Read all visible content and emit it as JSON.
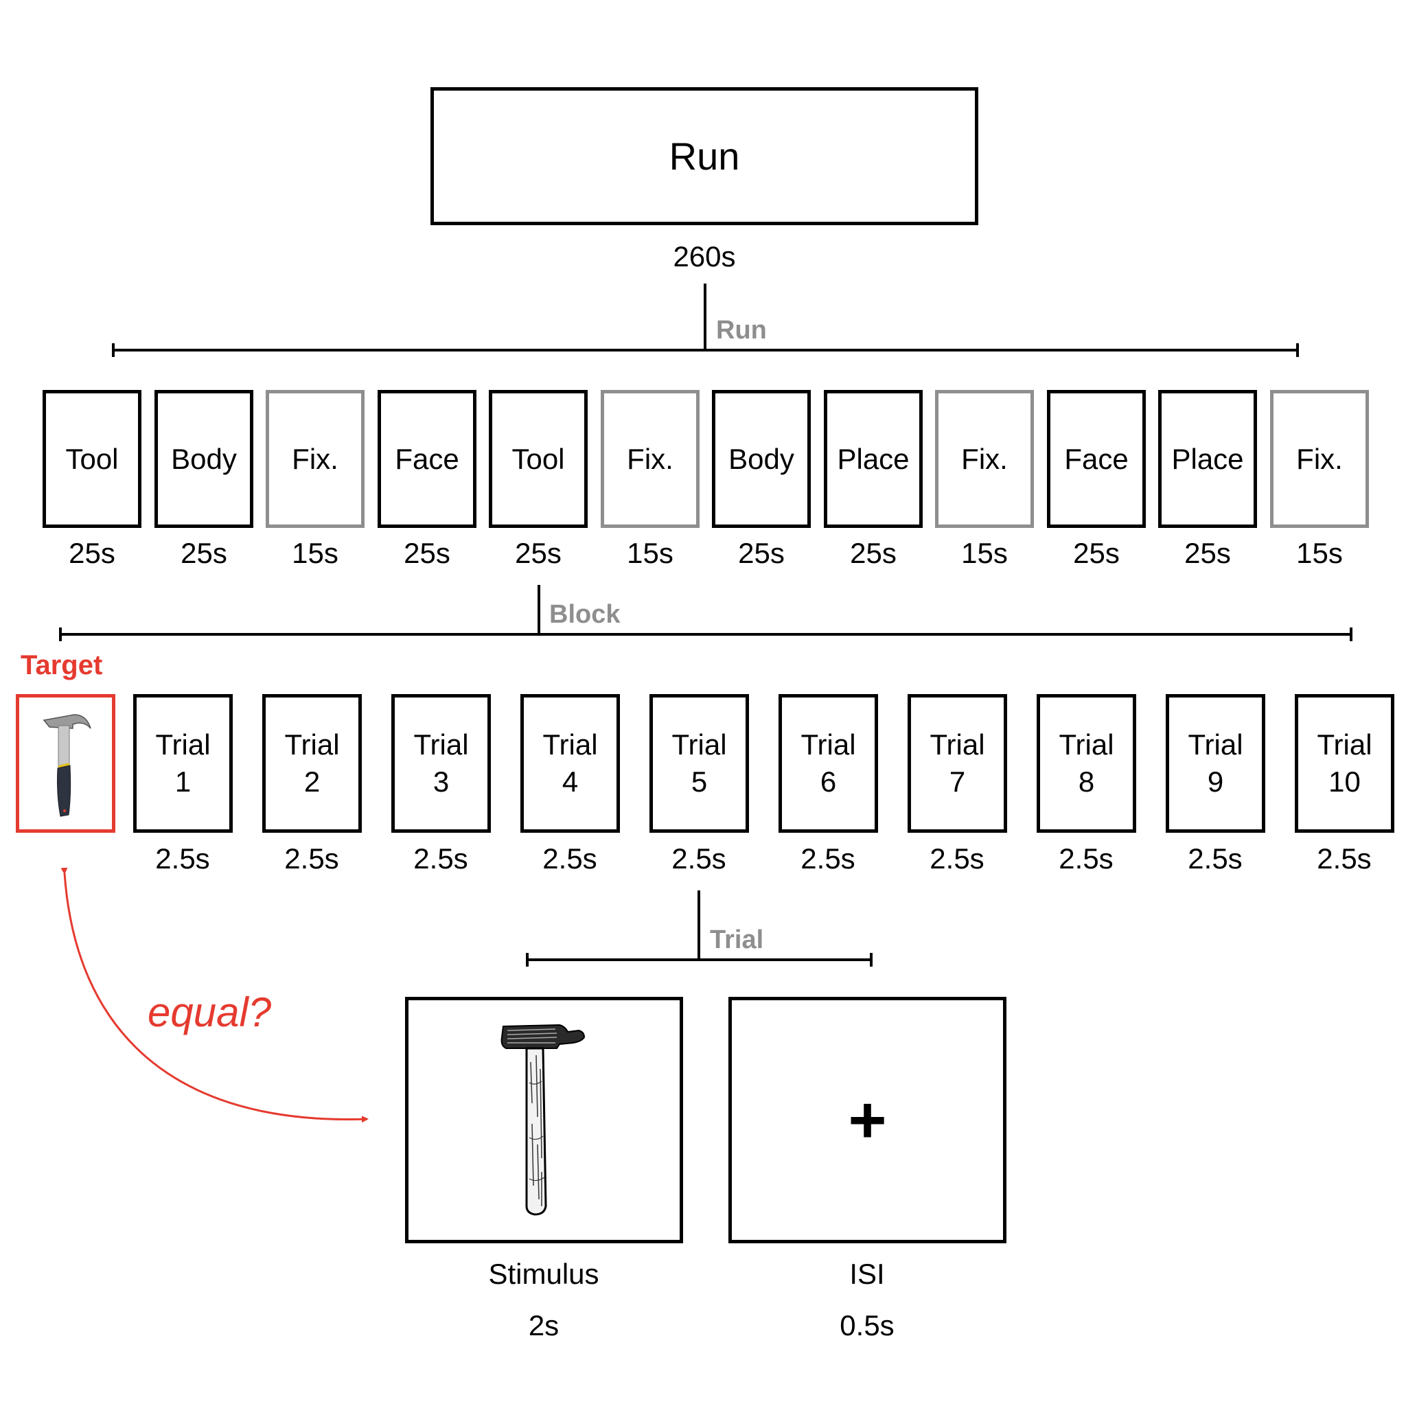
{
  "run": {
    "label": "Run",
    "duration": "260s"
  },
  "levels": {
    "run": "Run",
    "block": "Block",
    "trial": "Trial"
  },
  "blocks": [
    {
      "label": "Tool",
      "duration": "25s",
      "kind": "task"
    },
    {
      "label": "Body",
      "duration": "25s",
      "kind": "task"
    },
    {
      "label": "Fix.",
      "duration": "15s",
      "kind": "fixation"
    },
    {
      "label": "Face",
      "duration": "25s",
      "kind": "task"
    },
    {
      "label": "Tool",
      "duration": "25s",
      "kind": "task"
    },
    {
      "label": "Fix.",
      "duration": "15s",
      "kind": "fixation"
    },
    {
      "label": "Body",
      "duration": "25s",
      "kind": "task"
    },
    {
      "label": "Place",
      "duration": "25s",
      "kind": "task"
    },
    {
      "label": "Fix.",
      "duration": "15s",
      "kind": "fixation"
    },
    {
      "label": "Face",
      "duration": "25s",
      "kind": "task"
    },
    {
      "label": "Place",
      "duration": "25s",
      "kind": "task"
    },
    {
      "label": "Fix.",
      "duration": "15s",
      "kind": "fixation"
    }
  ],
  "target": {
    "label": "Target",
    "icon": "claw-hammer-icon"
  },
  "trials": [
    {
      "word": "Trial",
      "num": "1",
      "duration": "2.5s"
    },
    {
      "word": "Trial",
      "num": "2",
      "duration": "2.5s"
    },
    {
      "word": "Trial",
      "num": "3",
      "duration": "2.5s"
    },
    {
      "word": "Trial",
      "num": "4",
      "duration": "2.5s"
    },
    {
      "word": "Trial",
      "num": "5",
      "duration": "2.5s"
    },
    {
      "word": "Trial",
      "num": "6",
      "duration": "2.5s"
    },
    {
      "word": "Trial",
      "num": "7",
      "duration": "2.5s"
    },
    {
      "word": "Trial",
      "num": "8",
      "duration": "2.5s"
    },
    {
      "word": "Trial",
      "num": "9",
      "duration": "2.5s"
    },
    {
      "word": "Trial",
      "num": "10",
      "duration": "2.5s"
    }
  ],
  "stimulus": {
    "label": "Stimulus",
    "duration": "2s",
    "icon": "sketch-hammer-icon"
  },
  "isi": {
    "label": "ISI",
    "duration": "0.5s",
    "symbol": "+"
  },
  "comparison": {
    "label": "equal?"
  },
  "colors": {
    "target": "#e53a2f",
    "fixation": "#8e8e8e",
    "line": "#000000"
  }
}
